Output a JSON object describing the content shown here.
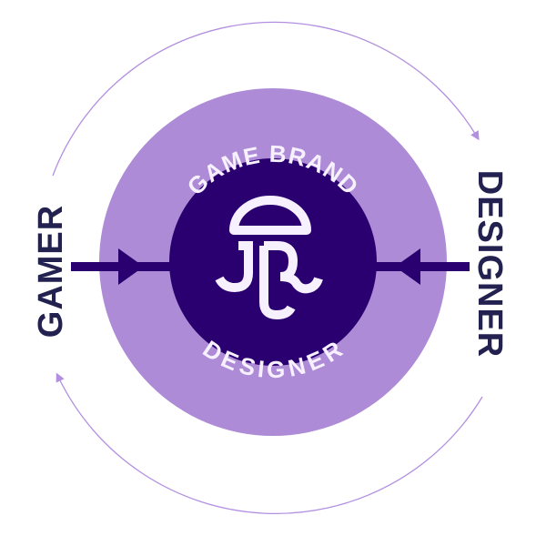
{
  "diagram": {
    "center_logo": "jellyfish-logo-icon",
    "outer_ring_top_label": "GAME BRAND",
    "outer_ring_bottom_label": "DESIGNER",
    "left_label": "GAMER",
    "right_label": "DESIGNER",
    "arrows": [
      {
        "from": "GAMER",
        "to": "center",
        "style": "solid-thick"
      },
      {
        "from": "DESIGNER",
        "to": "center",
        "style": "solid-thick"
      },
      {
        "from": "GAMER",
        "to": "DESIGNER",
        "style": "thin-arc-top"
      },
      {
        "from": "DESIGNER",
        "to": "GAMER",
        "style": "thin-arc-bottom"
      }
    ]
  },
  "colors": {
    "inner_circle": "#2a0070",
    "outer_ring": "#ad8bd6",
    "arc": "#b38fe0",
    "side_text": "#23214f",
    "logo": "#f6f0ff"
  }
}
